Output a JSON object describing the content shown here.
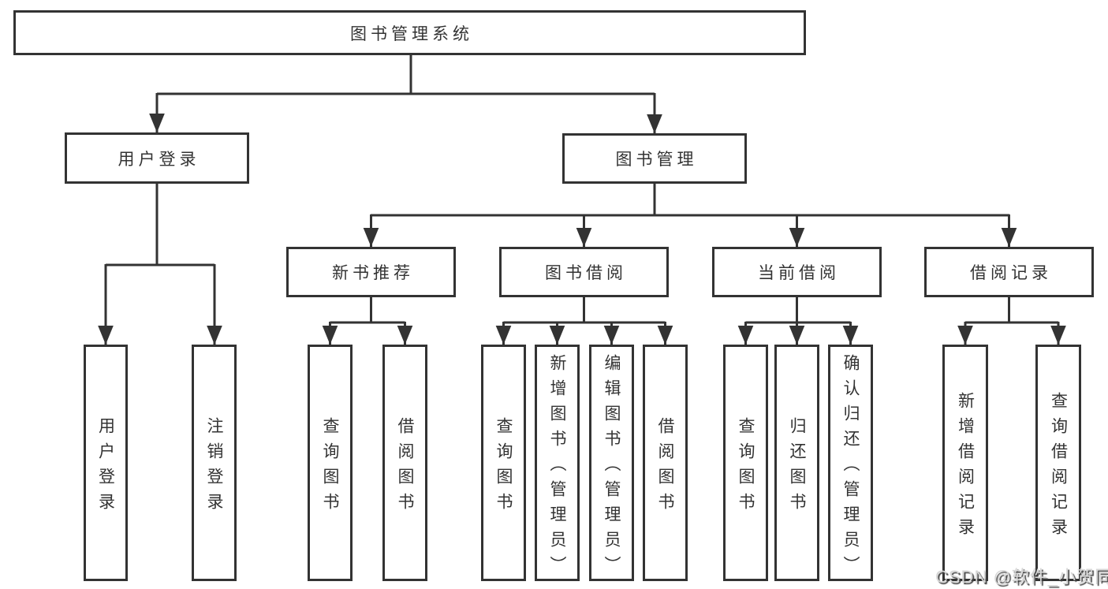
{
  "diagram": {
    "title": "图书管理系统",
    "level2": {
      "user_login": "用户登录",
      "book_mgmt": "图书管理"
    },
    "level3": {
      "new_book_rec": "新书推荐",
      "book_borrow": "图书借阅",
      "current_borrow": "当前借阅",
      "borrow_record": "借阅记录"
    },
    "leaves": {
      "user_login": "用户登录",
      "logout": "注销登录",
      "rec_query": "查询图书",
      "rec_borrow": "借阅图书",
      "bb_query": "查询图书",
      "bb_add": "新增图书（管理员）",
      "bb_edit": "编辑图书（管理员）",
      "bb_borrow": "借阅图书",
      "cb_query": "查询图书",
      "cb_return": "归还图书",
      "cb_confirm": "确认归还（管理员）",
      "br_add": "新增借阅记录",
      "br_query": "查询借阅记录"
    }
  },
  "watermark": "CSDN @软件_小贺同学",
  "colors": {
    "line": "#333333",
    "text": "#333333",
    "background": "#ffffff",
    "watermark_fill": "#d6d6d6",
    "watermark_shadow": "#414141"
  }
}
